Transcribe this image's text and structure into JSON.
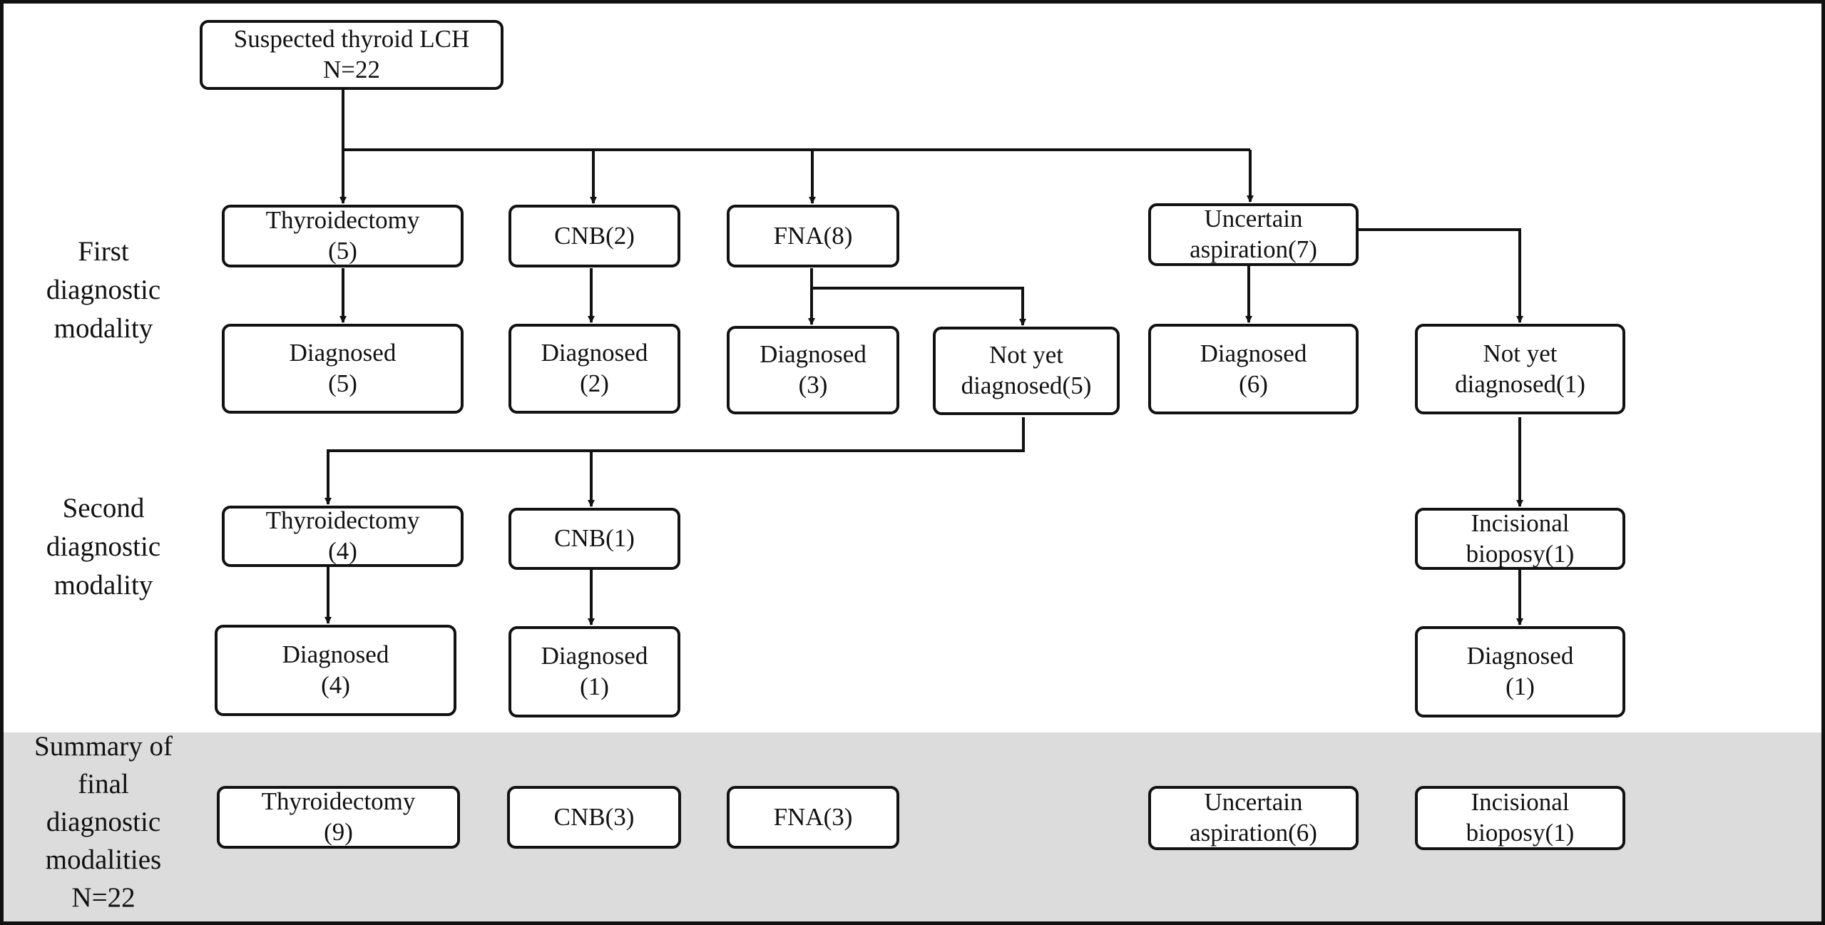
{
  "start": {
    "line1": "Suspected thyroid LCH",
    "line2": "N=22"
  },
  "stage_labels": {
    "first": [
      "First",
      "diagnostic",
      "modality"
    ],
    "second": [
      "Second",
      "diagnostic",
      "modality"
    ],
    "summary": [
      "Summary of",
      "final",
      "diagnostic",
      "modalities",
      "N=22"
    ]
  },
  "first_modality": {
    "thyroidectomy": {
      "line1": "Thyroidectomy",
      "line2": "(5)"
    },
    "cnb": {
      "line1": "CNB(2)"
    },
    "fna": {
      "line1": "FNA(8)"
    },
    "uncertain": {
      "line1": "Uncertain",
      "line2": "aspiration(7)"
    }
  },
  "first_outcomes": {
    "thyroidectomy_diagnosed": {
      "line1": "Diagnosed",
      "line2": "(5)"
    },
    "cnb_diagnosed": {
      "line1": "Diagnosed",
      "line2": "(2)"
    },
    "fna_diagnosed": {
      "line1": "Diagnosed",
      "line2": "(3)"
    },
    "fna_not_yet": {
      "line1": "Not yet",
      "line2": "diagnosed(5)"
    },
    "uncertain_diagnosed": {
      "line1": "Diagnosed",
      "line2": "(6)"
    },
    "uncertain_not_yet": {
      "line1": "Not yet",
      "line2": "diagnosed(1)"
    }
  },
  "second_modality": {
    "thyroidectomy": {
      "line1": "Thyroidectomy",
      "line2": "(4)"
    },
    "cnb": {
      "line1": "CNB(1)"
    },
    "incisional": {
      "line1": "Incisional",
      "line2": "bioposy(1)"
    }
  },
  "second_outcomes": {
    "thyroidectomy_diagnosed": {
      "line1": "Diagnosed",
      "line2": "(4)"
    },
    "cnb_diagnosed": {
      "line1": "Diagnosed",
      "line2": "(1)"
    },
    "incisional_diagnosed": {
      "line1": "Diagnosed",
      "line2": "(1)"
    }
  },
  "summary": {
    "thyroidectomy": {
      "line1": "Thyroidectomy",
      "line2": "(9)"
    },
    "cnb": {
      "line1": "CNB(3)"
    },
    "fna": {
      "line1": "FNA(3)"
    },
    "uncertain": {
      "line1": "Uncertain",
      "line2": "aspiration(6)"
    },
    "incisional": {
      "line1": "Incisional",
      "line2": "bioposy(1)"
    }
  }
}
